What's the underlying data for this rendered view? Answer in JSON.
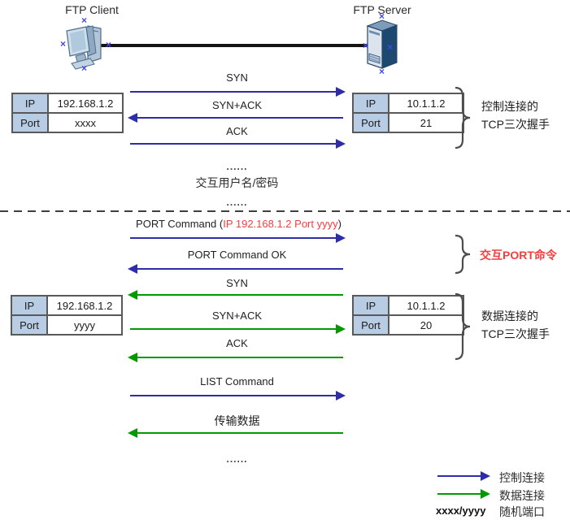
{
  "nodes": {
    "client": {
      "label": "FTP Client"
    },
    "server": {
      "label": "FTP Server"
    }
  },
  "tables": {
    "control_client": {
      "ip_label": "IP",
      "ip_value": "192.168.1.2",
      "port_label": "Port",
      "port_value": "xxxx"
    },
    "control_server": {
      "ip_label": "IP",
      "ip_value": "10.1.1.2",
      "port_label": "Port",
      "port_value": "21"
    },
    "data_client": {
      "ip_label": "IP",
      "ip_value": "192.168.1.2",
      "port_label": "Port",
      "port_value": "yyyy"
    },
    "data_server": {
      "ip_label": "IP",
      "ip_value": "10.1.1.2",
      "port_label": "Port",
      "port_value": "20"
    }
  },
  "messages": {
    "control_syn": "SYN",
    "control_synack": "SYN+ACK",
    "control_ack": "ACK",
    "port_command_prefix": "PORT Command (",
    "port_command_highlight": "IP 192.168.1.2 Port yyyy",
    "port_command_suffix": ")",
    "port_command_ok": "PORT Command OK",
    "data_syn": "SYN",
    "data_synack": "SYN+ACK",
    "data_ack": "ACK",
    "list_command": "LIST Command",
    "transfer_data": "传输数据"
  },
  "annotations": {
    "dots_top": "......",
    "exchange_credentials": "交互用户名/密码",
    "dots_mid": "......",
    "control_handshake_line1": "控制连接的",
    "control_handshake_line2": "TCP三次握手",
    "port_exchange": "交互PORT命令",
    "data_handshake_line1": "数据连接的",
    "data_handshake_line2": "TCP三次握手",
    "dots_bottom": "......"
  },
  "legend": {
    "control_label": "控制连接",
    "data_label": "数据连接",
    "random_key": "xxxx/yyyy",
    "random_label": "随机端口"
  },
  "colors": {
    "control_arrow": "#2d2daa",
    "data_arrow": "#009900",
    "highlight_red": "#f43e3e",
    "table_header_bg": "#b8cce4",
    "table_border": "#595959",
    "trunk_line": "#141414"
  }
}
